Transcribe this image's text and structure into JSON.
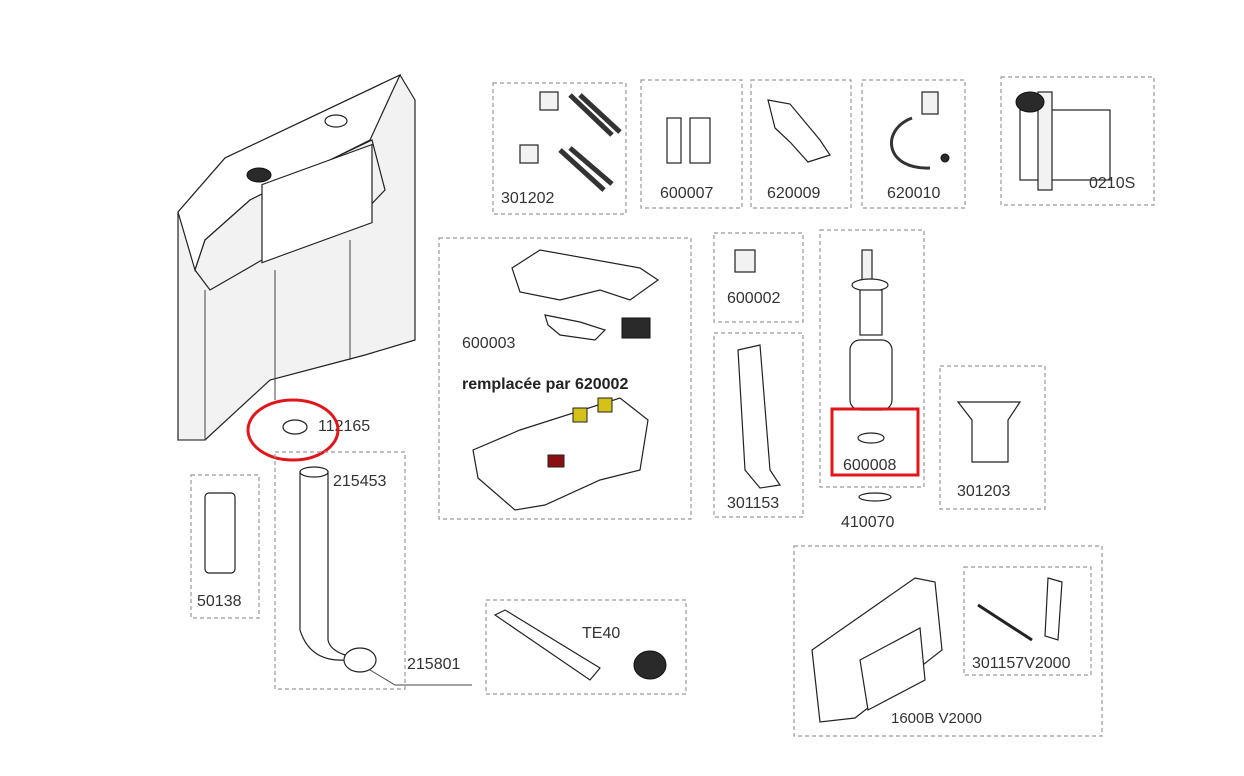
{
  "diagram": {
    "parts": {
      "p301202": "301202",
      "p600007": "600007",
      "p620009": "620009",
      "p620010": "620010",
      "p0210S": "0210S",
      "p600003": "600003",
      "replacement_note": "remplacée par 620002",
      "p600002": "600002",
      "p301153": "301153",
      "p600008": "600008",
      "p410070": "410070",
      "p301203": "301203",
      "p112165": "112165",
      "p215453": "215453",
      "p50138": "50138",
      "p215801": "215801",
      "pTE40": "TE40",
      "p1600B": "1600B V2000",
      "p301157": "301157V2000"
    },
    "highlight_color": "#e0161b"
  }
}
